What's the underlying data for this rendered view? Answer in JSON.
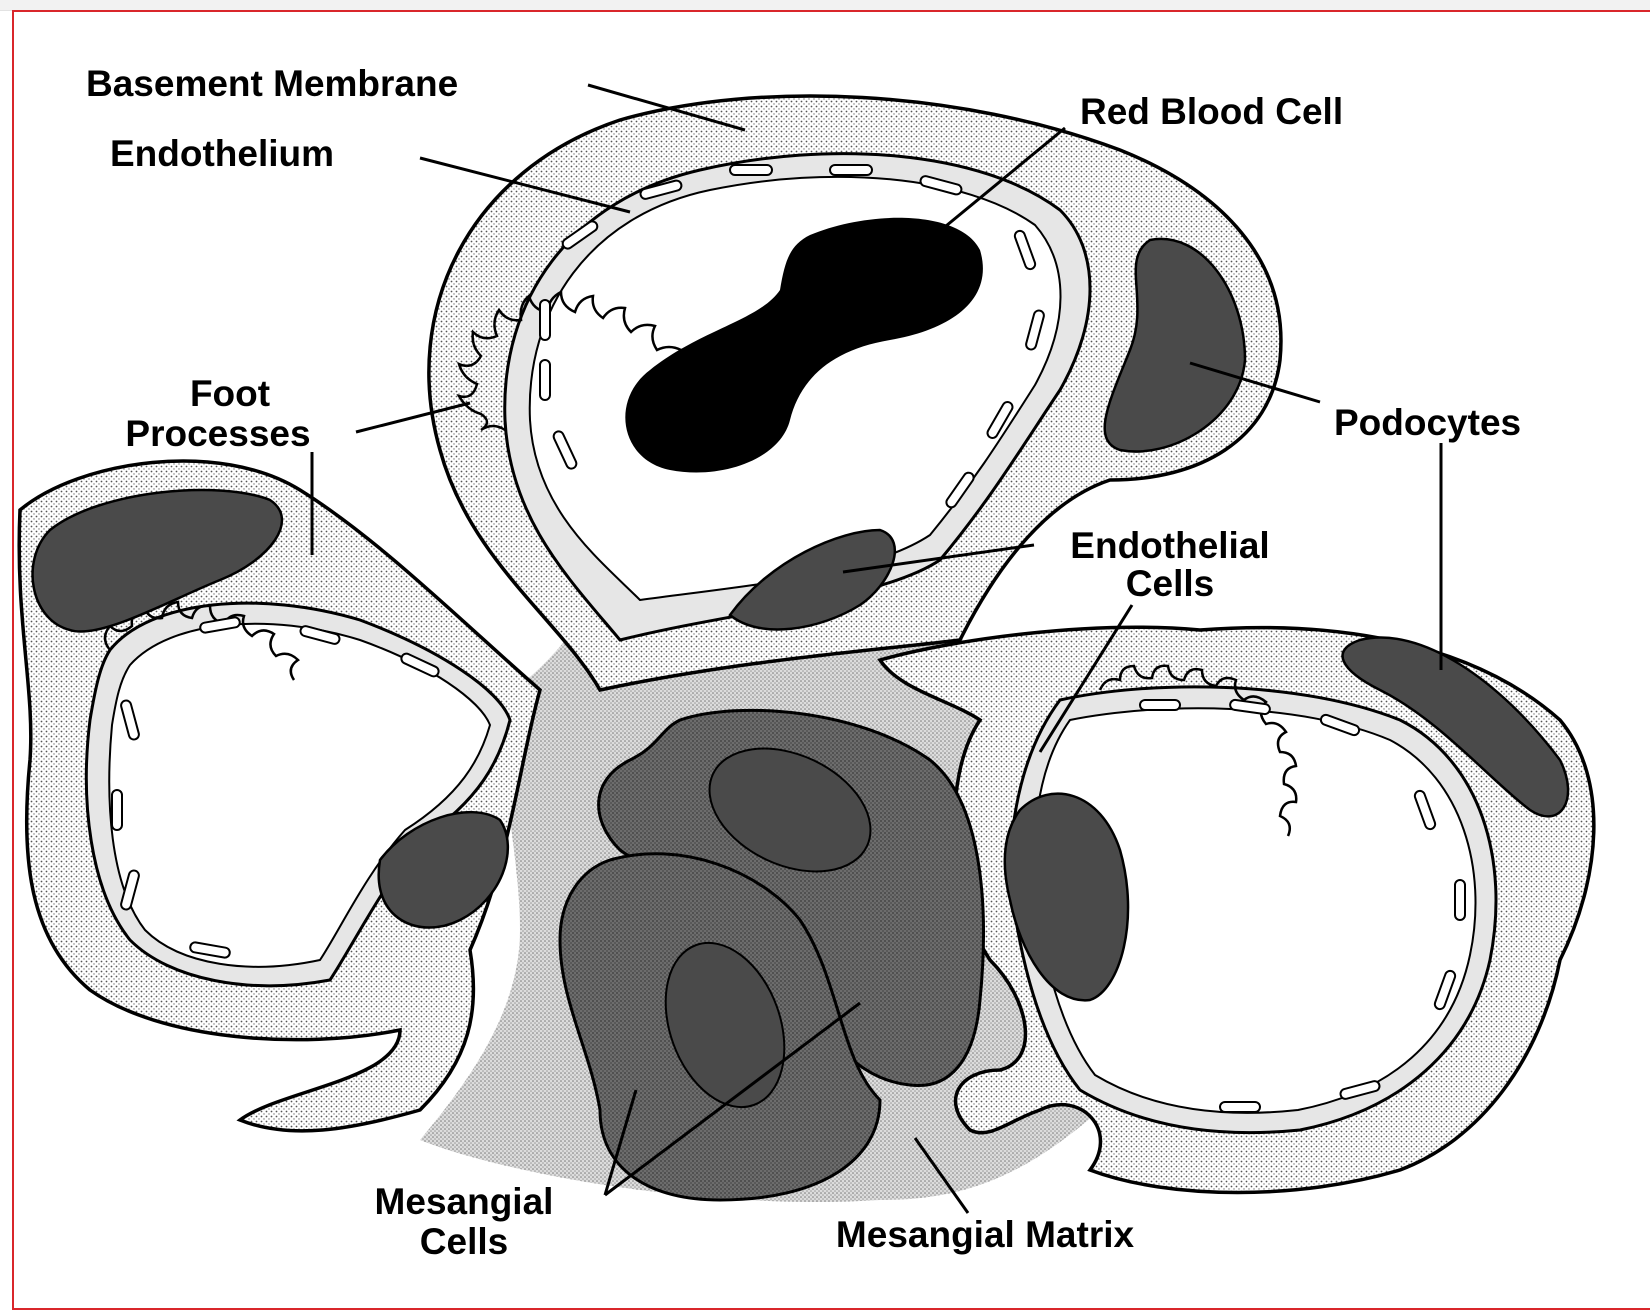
{
  "labels": {
    "basement_membrane": "Basement Membrane",
    "endothelium": "Endothelium",
    "red_blood_cell": "Red Blood Cell",
    "foot_processes_line1": "Foot",
    "foot_processes_line2": "Processes",
    "podocytes": "Podocytes",
    "endothelial_cells_line1": "Endothelial",
    "endothelial_cells_line2": "Cells",
    "mesangial_cells_line1": "Mesangial",
    "mesangial_cells_line2": "Cells",
    "mesangial_matrix": "Mesangial Matrix"
  },
  "colors": {
    "frame_border": "#d9262b",
    "nucleus": "#4a4a4a",
    "mesangial_cell": "#5a5a5a",
    "red_blood_cell": "#000000",
    "membrane_gray": "#e6e6e6",
    "stipple": "#555555"
  }
}
